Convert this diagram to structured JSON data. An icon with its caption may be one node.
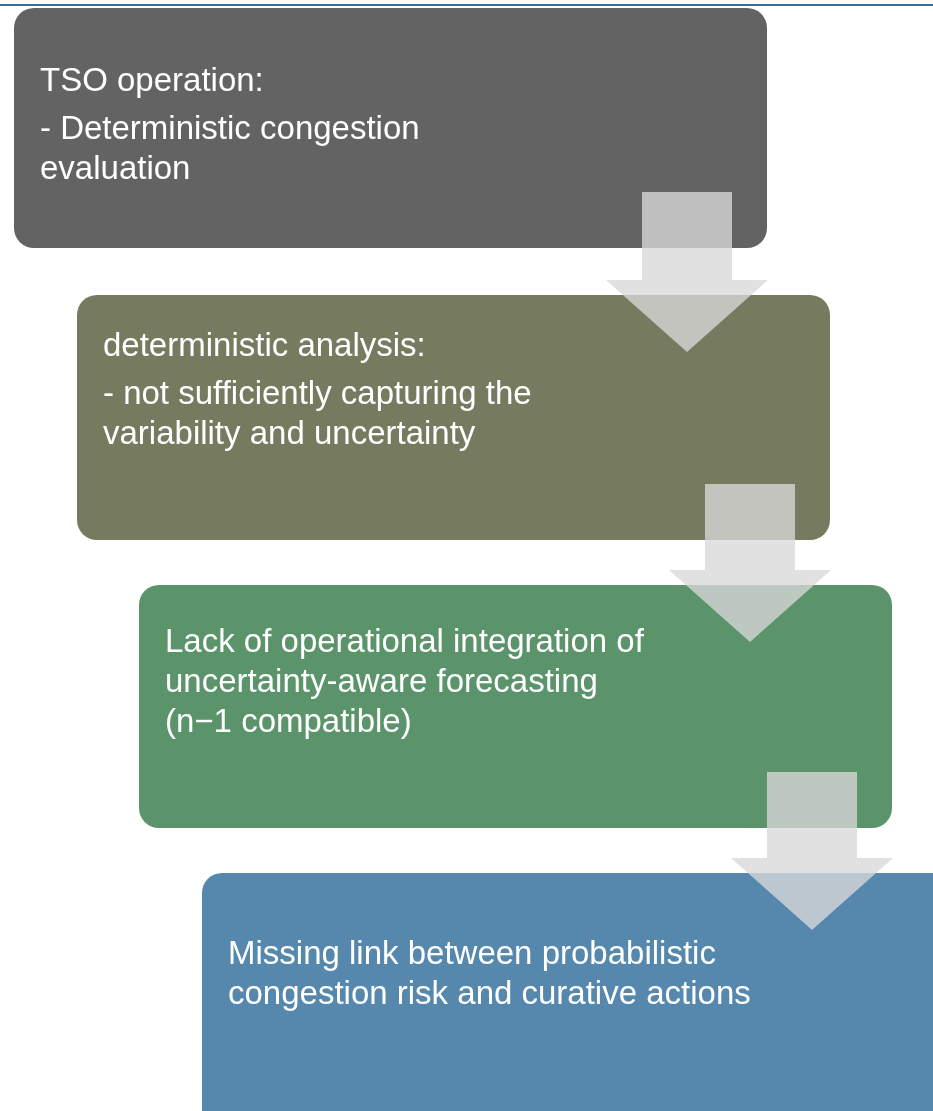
{
  "diagram": {
    "nodes": [
      {
        "text": [
          "TSO operation:",
          "- Deterministic congestion evaluation"
        ]
      },
      {
        "text": [
          "deterministic analysis:",
          "- not sufficiently capturing the variability and uncertainty"
        ]
      },
      {
        "text": [
          "Lack of operational integration of uncertainty-aware forecasting (n−1 compatible)"
        ]
      },
      {
        "text": [
          "Missing link between probabilistic congestion risk and curative actions"
        ]
      }
    ],
    "edges": [
      {
        "from": 0,
        "to": 1,
        "arrow": "to"
      },
      {
        "from": 1,
        "to": 2,
        "arrow": "to"
      },
      {
        "from": 2,
        "to": 3,
        "arrow": "to"
      }
    ]
  }
}
